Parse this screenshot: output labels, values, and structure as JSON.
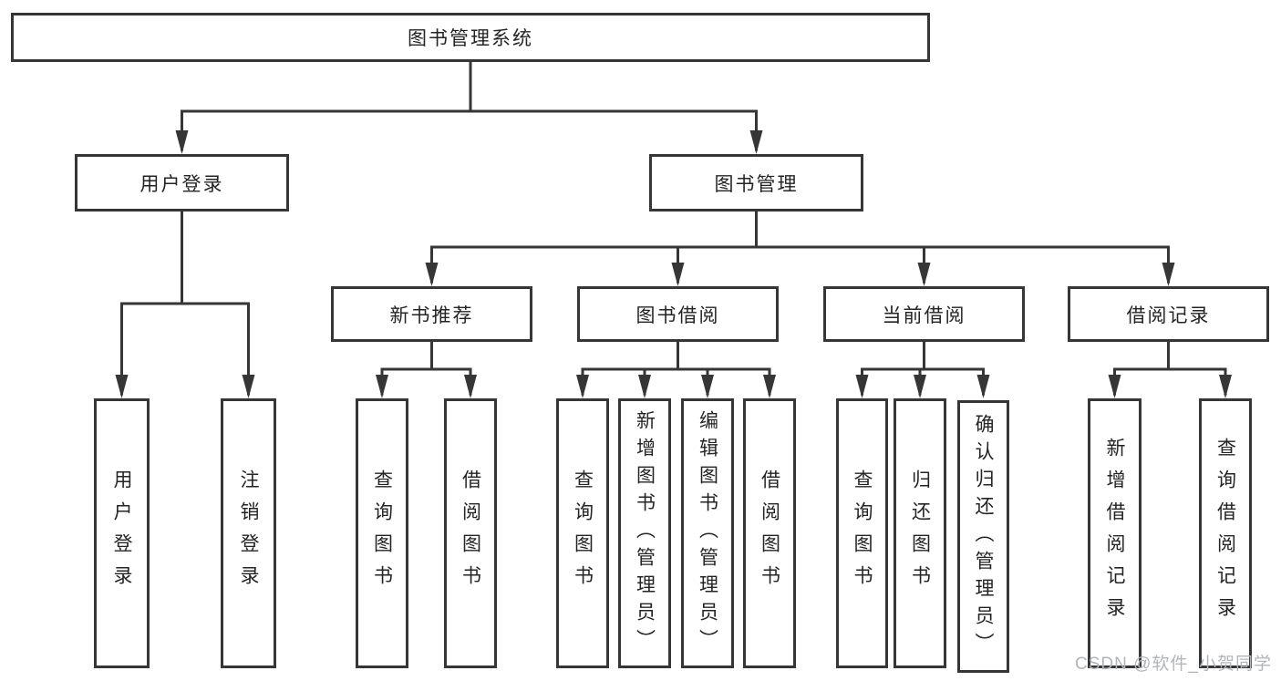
{
  "tree": {
    "label": "图书管理系统",
    "children": [
      {
        "label": "用户登录",
        "children": [
          {
            "label": "用户登录"
          },
          {
            "label": "注销登录"
          }
        ]
      },
      {
        "label": "图书管理",
        "children": [
          {
            "label": "新书推荐",
            "children": [
              {
                "label": "查询图书"
              },
              {
                "label": "借阅图书"
              }
            ]
          },
          {
            "label": "图书借阅",
            "children": [
              {
                "label": "查询图书"
              },
              {
                "label": "新增图书（管理员）"
              },
              {
                "label": "编辑图书（管理员）"
              },
              {
                "label": "借阅图书"
              }
            ]
          },
          {
            "label": "当前借阅",
            "children": [
              {
                "label": "查询图书"
              },
              {
                "label": "归还图书"
              },
              {
                "label": "确认归还（管理员）"
              }
            ]
          },
          {
            "label": "借阅记录",
            "children": [
              {
                "label": "新增借阅记录"
              },
              {
                "label": "查询借阅记录"
              }
            ]
          }
        ]
      }
    ]
  },
  "watermark": {
    "text": "CSDN @软件_小贺同学"
  },
  "colors": {
    "line": "#363636",
    "box_border": "#363636",
    "text": "#242424",
    "watermark_text": "#b2b5b9",
    "background": "#ffffff"
  }
}
